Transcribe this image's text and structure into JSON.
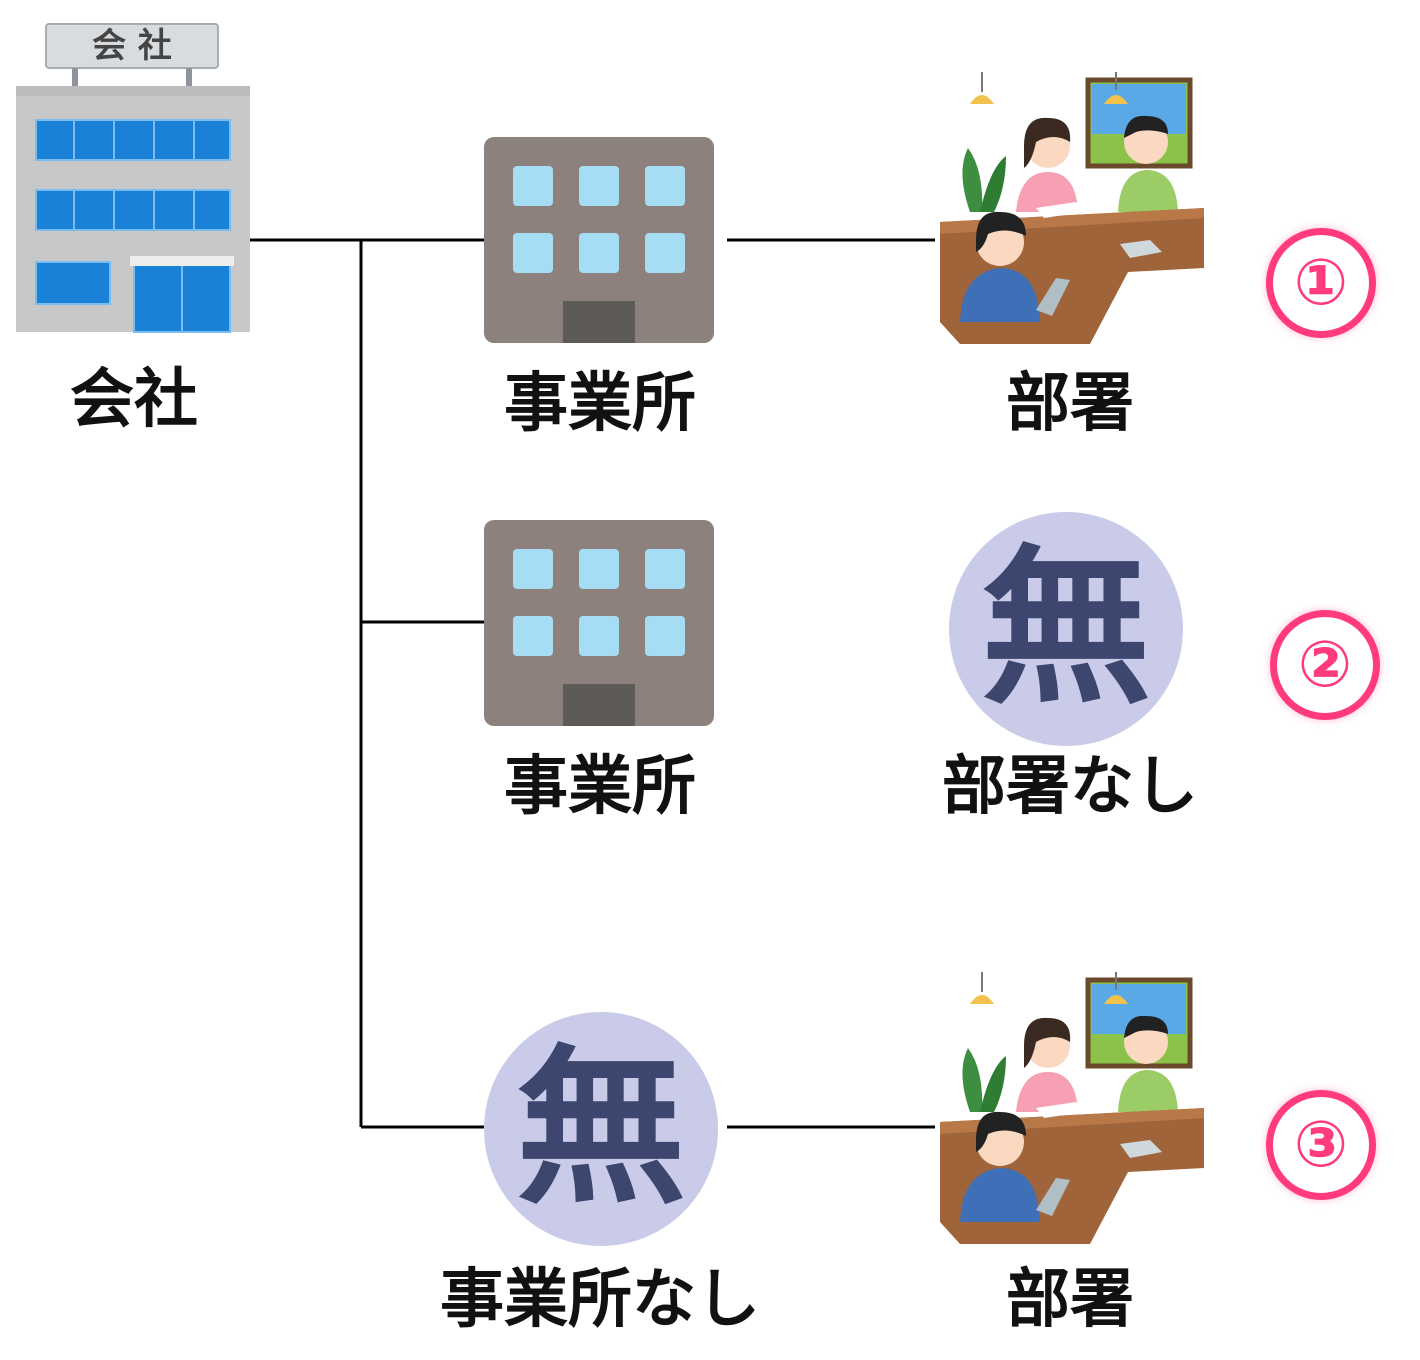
{
  "company": {
    "sign": "会 社",
    "label": "会社"
  },
  "rows": [
    {
      "office_label": "事業所",
      "dept_label": "部署",
      "badge": "①"
    },
    {
      "office_label": "事業所",
      "dept_label": "部署なし",
      "badge": "②"
    },
    {
      "office_label": "事業所なし",
      "dept_label": "部署",
      "badge": "③"
    }
  ],
  "none_glyph": "無",
  "colors": {
    "line": "#000000",
    "badge": "#ff3b7d",
    "office_wall": "#8c817c",
    "window": "#a6dcf4",
    "none_circle": "#c9cbe9",
    "none_glyph": "#3c466e"
  }
}
